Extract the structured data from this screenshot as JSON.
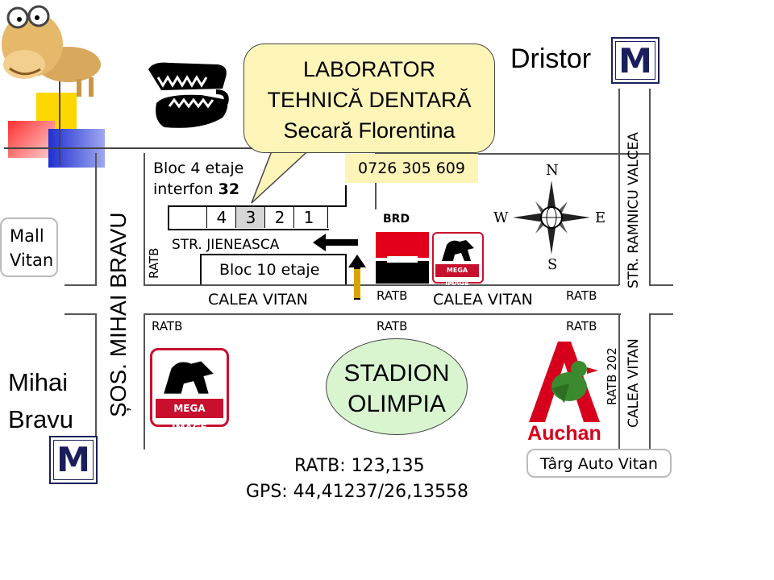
{
  "lab": {
    "line1": "LABORATOR",
    "line2": "TEHNICĂ DENTARĂ",
    "line3": "Secară Florentina"
  },
  "phone": "0726 305 609",
  "block4": {
    "line1": "Bloc 4 etaje",
    "line2_prefix": "interfon ",
    "line2_bold": "32"
  },
  "stairs": [
    "4",
    "3",
    "2",
    "1"
  ],
  "block10": "Bloc 10 etaje",
  "streets": {
    "jieneasca": "STR. JIENEASCA",
    "calea_vitan_left": "CALEA VITAN",
    "calea_vitan_right": "CALEA VITAN",
    "calea_vitan_vertical": "CALEA VITAN",
    "sos_mihai_bravu": "ȘOS. MIHAI BRAVU",
    "ramnicu_valcea": "STR. RAMNICU VALCEA"
  },
  "ratb": {
    "left_vertical": "RATB",
    "top_mid": "RATB",
    "top_right": "RATB",
    "bottom_left": "RATB",
    "bottom_mid": "RATB",
    "bottom_right": "RATB",
    "route_202": "RATB 202"
  },
  "places": {
    "dristor": "Dristor",
    "metro_letter": "M",
    "mall_line1": "Mall",
    "mall_line2": "Vitan",
    "mihai_line1": "Mihai",
    "mihai_line2": "Bravu",
    "stadion_line1": "STADION",
    "stadion_line2": "OLIMPIA",
    "targ_auto": "Târg Auto Vitan",
    "brd": "BRD",
    "mega_image": "MEGA IMAGE",
    "auchan": "Auchan"
  },
  "compass": {
    "n": "N",
    "s": "S",
    "e": "E",
    "w": "W"
  },
  "footer": {
    "ratb_routes": "RATB: 123,135",
    "gps": "GPS: 44,41237/26,13558"
  },
  "colors": {
    "callout_fill": "#fdf5b8",
    "stadium_fill": "#d8f5d0",
    "metro_blue": "#1a1f5c",
    "brd_red": "#e3001b",
    "mega_red": "#c8102e",
    "auchan_red": "#d6001c",
    "auchan_green": "#3b8a2f"
  }
}
